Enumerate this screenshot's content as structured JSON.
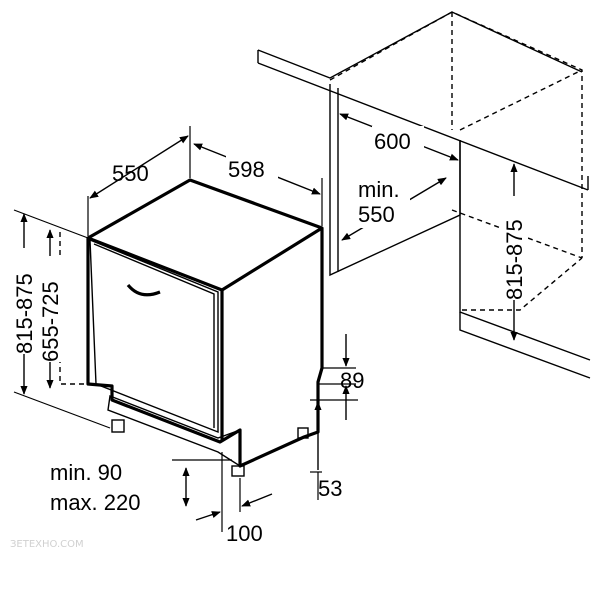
{
  "dimensions": {
    "depth": "550",
    "width": "598",
    "niche_width": "600",
    "niche_min_depth_label": "min.",
    "niche_min_depth_value": "550",
    "niche_height": "815-875",
    "total_height": "815-875",
    "door_height": "655-725",
    "plinth_gap": "89",
    "foot_height": "53",
    "plinth_min": "min. 90",
    "plinth_max": "max. 220",
    "foot_inset": "100"
  },
  "watermark": "ЗETEXHO.COM"
}
